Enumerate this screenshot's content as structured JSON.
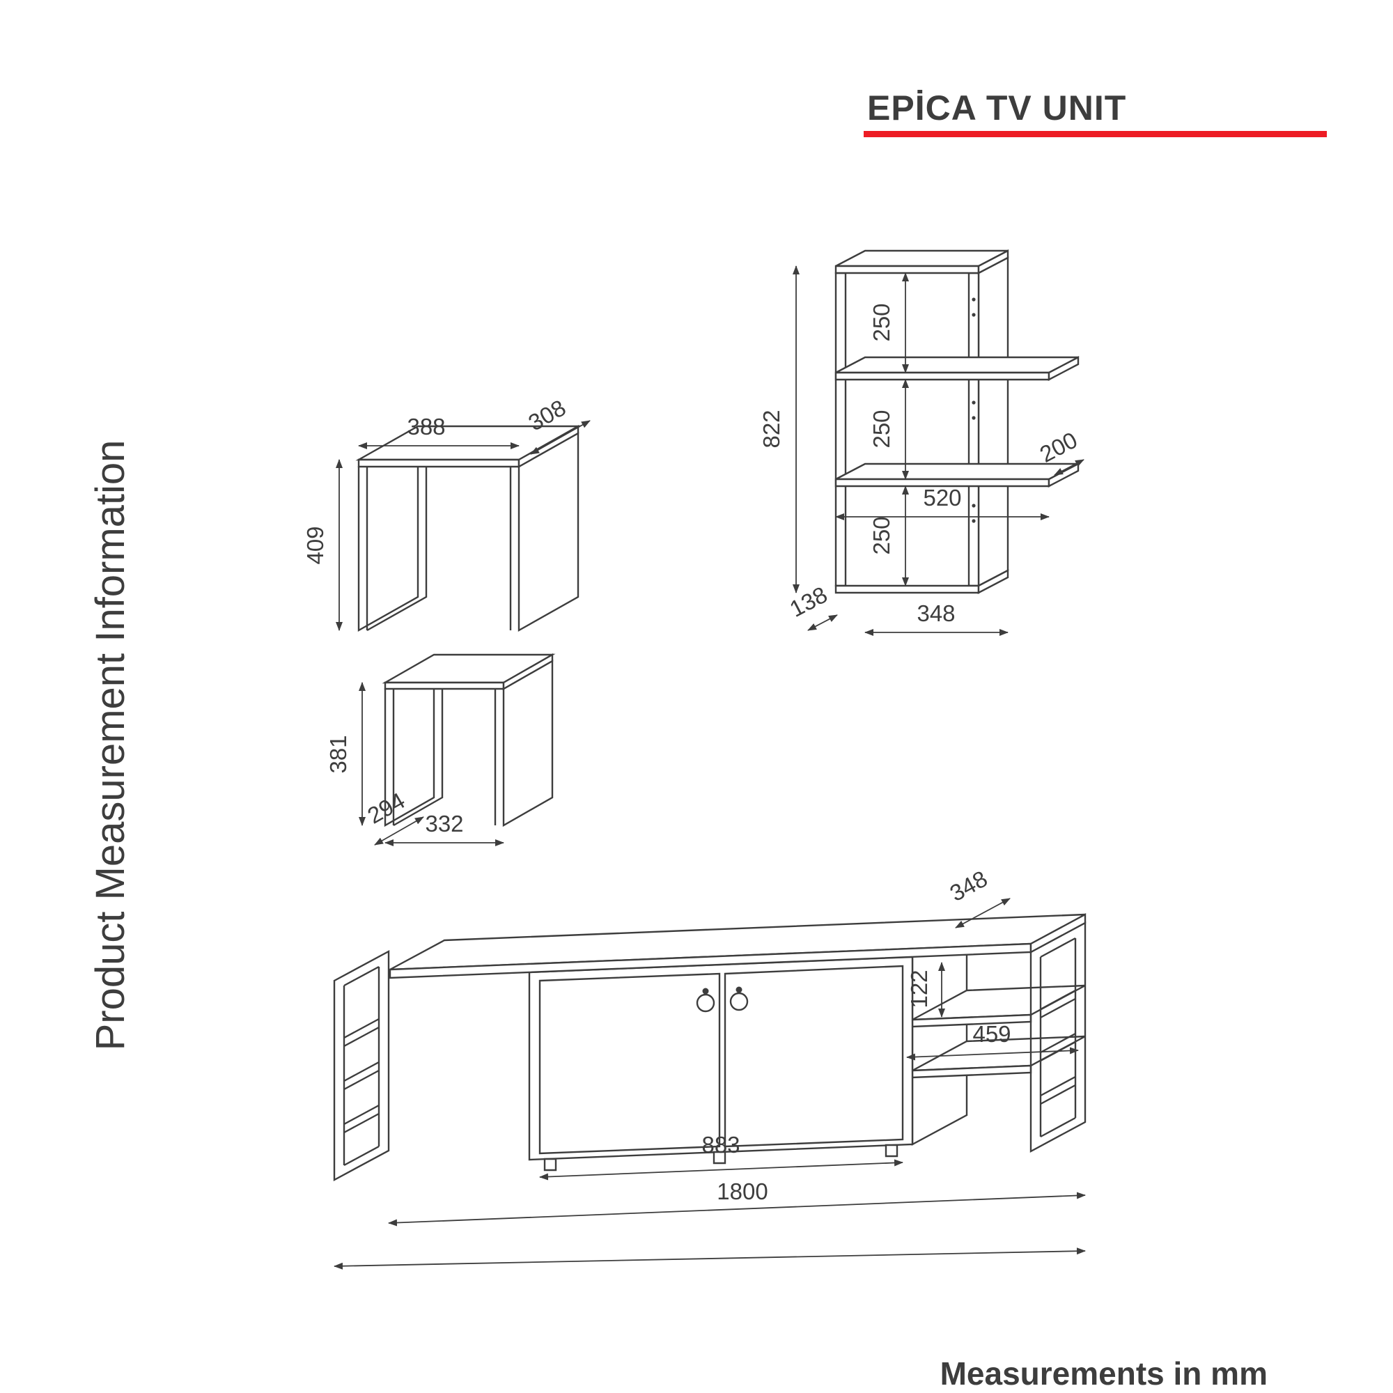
{
  "page": {
    "title": "EPİCA TV UNIT",
    "side_label": "Product Measurement Information",
    "footer_note": "Measurements in mm",
    "accent_color": "#ed1c24",
    "line_color": "#3d3d3d"
  },
  "stool_large": {
    "width_mm": "388",
    "depth_mm": "308",
    "height_mm": "409"
  },
  "stool_small": {
    "height_mm": "381",
    "depth_mm": "294",
    "width_mm": "332"
  },
  "wall_shelf": {
    "height_mm": "822",
    "gap_top_mm": "250",
    "gap_mid_mm": "250",
    "gap_bottom_mm": "250",
    "shelf_depth_mm": "200",
    "shelf_width_mm": "520",
    "frame_depth_mm": "138",
    "base_width_mm": "348"
  },
  "tv_stand": {
    "depth_mm": "348",
    "shelf_gap_mm": "122",
    "niche_width_mm": "459",
    "doors_width_mm": "883",
    "total_width_mm": "1800"
  }
}
